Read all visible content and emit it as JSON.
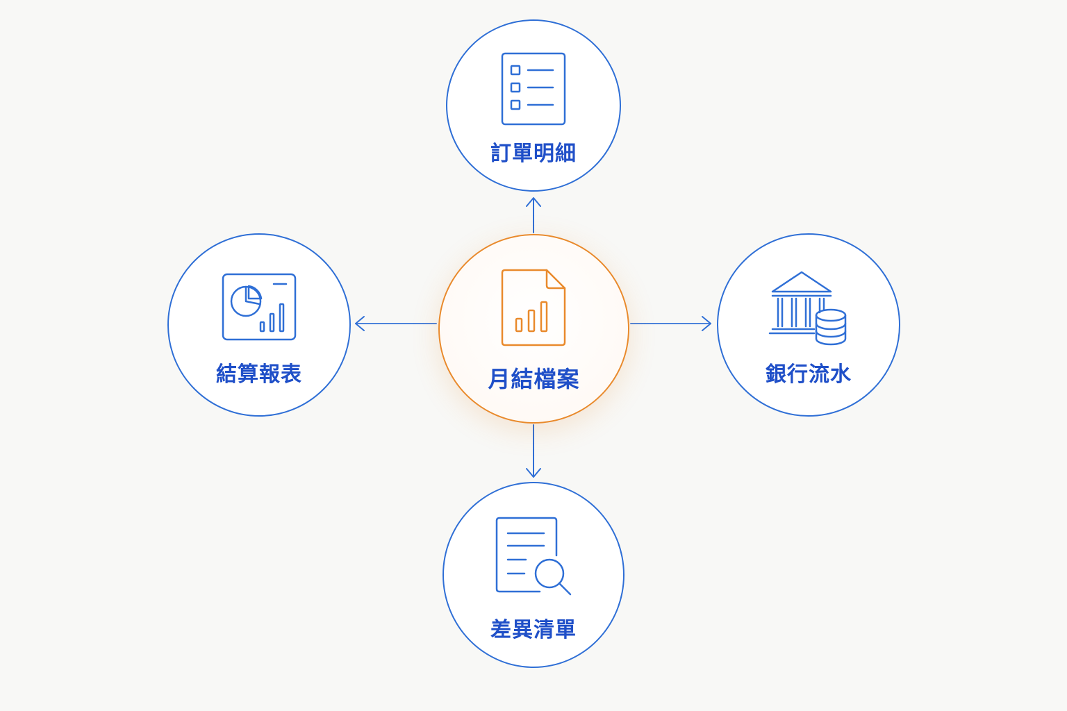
{
  "center": {
    "label": "月結檔案",
    "icon": "monthly-report-file-icon"
  },
  "nodes": {
    "top": {
      "label": "訂單明細",
      "icon": "checklist-icon"
    },
    "left": {
      "label": "結算報表",
      "icon": "pie-bar-chart-report-icon"
    },
    "right": {
      "label": "銀行流水",
      "icon": "bank-with-coins-icon"
    },
    "bottom": {
      "label": "差異清單",
      "icon": "document-search-icon"
    }
  },
  "colors": {
    "background": "#f8f8f6",
    "primary_blue": "#2f6fd6",
    "label_blue": "#1f4fc8",
    "accent_orange": "#e98a2c"
  }
}
